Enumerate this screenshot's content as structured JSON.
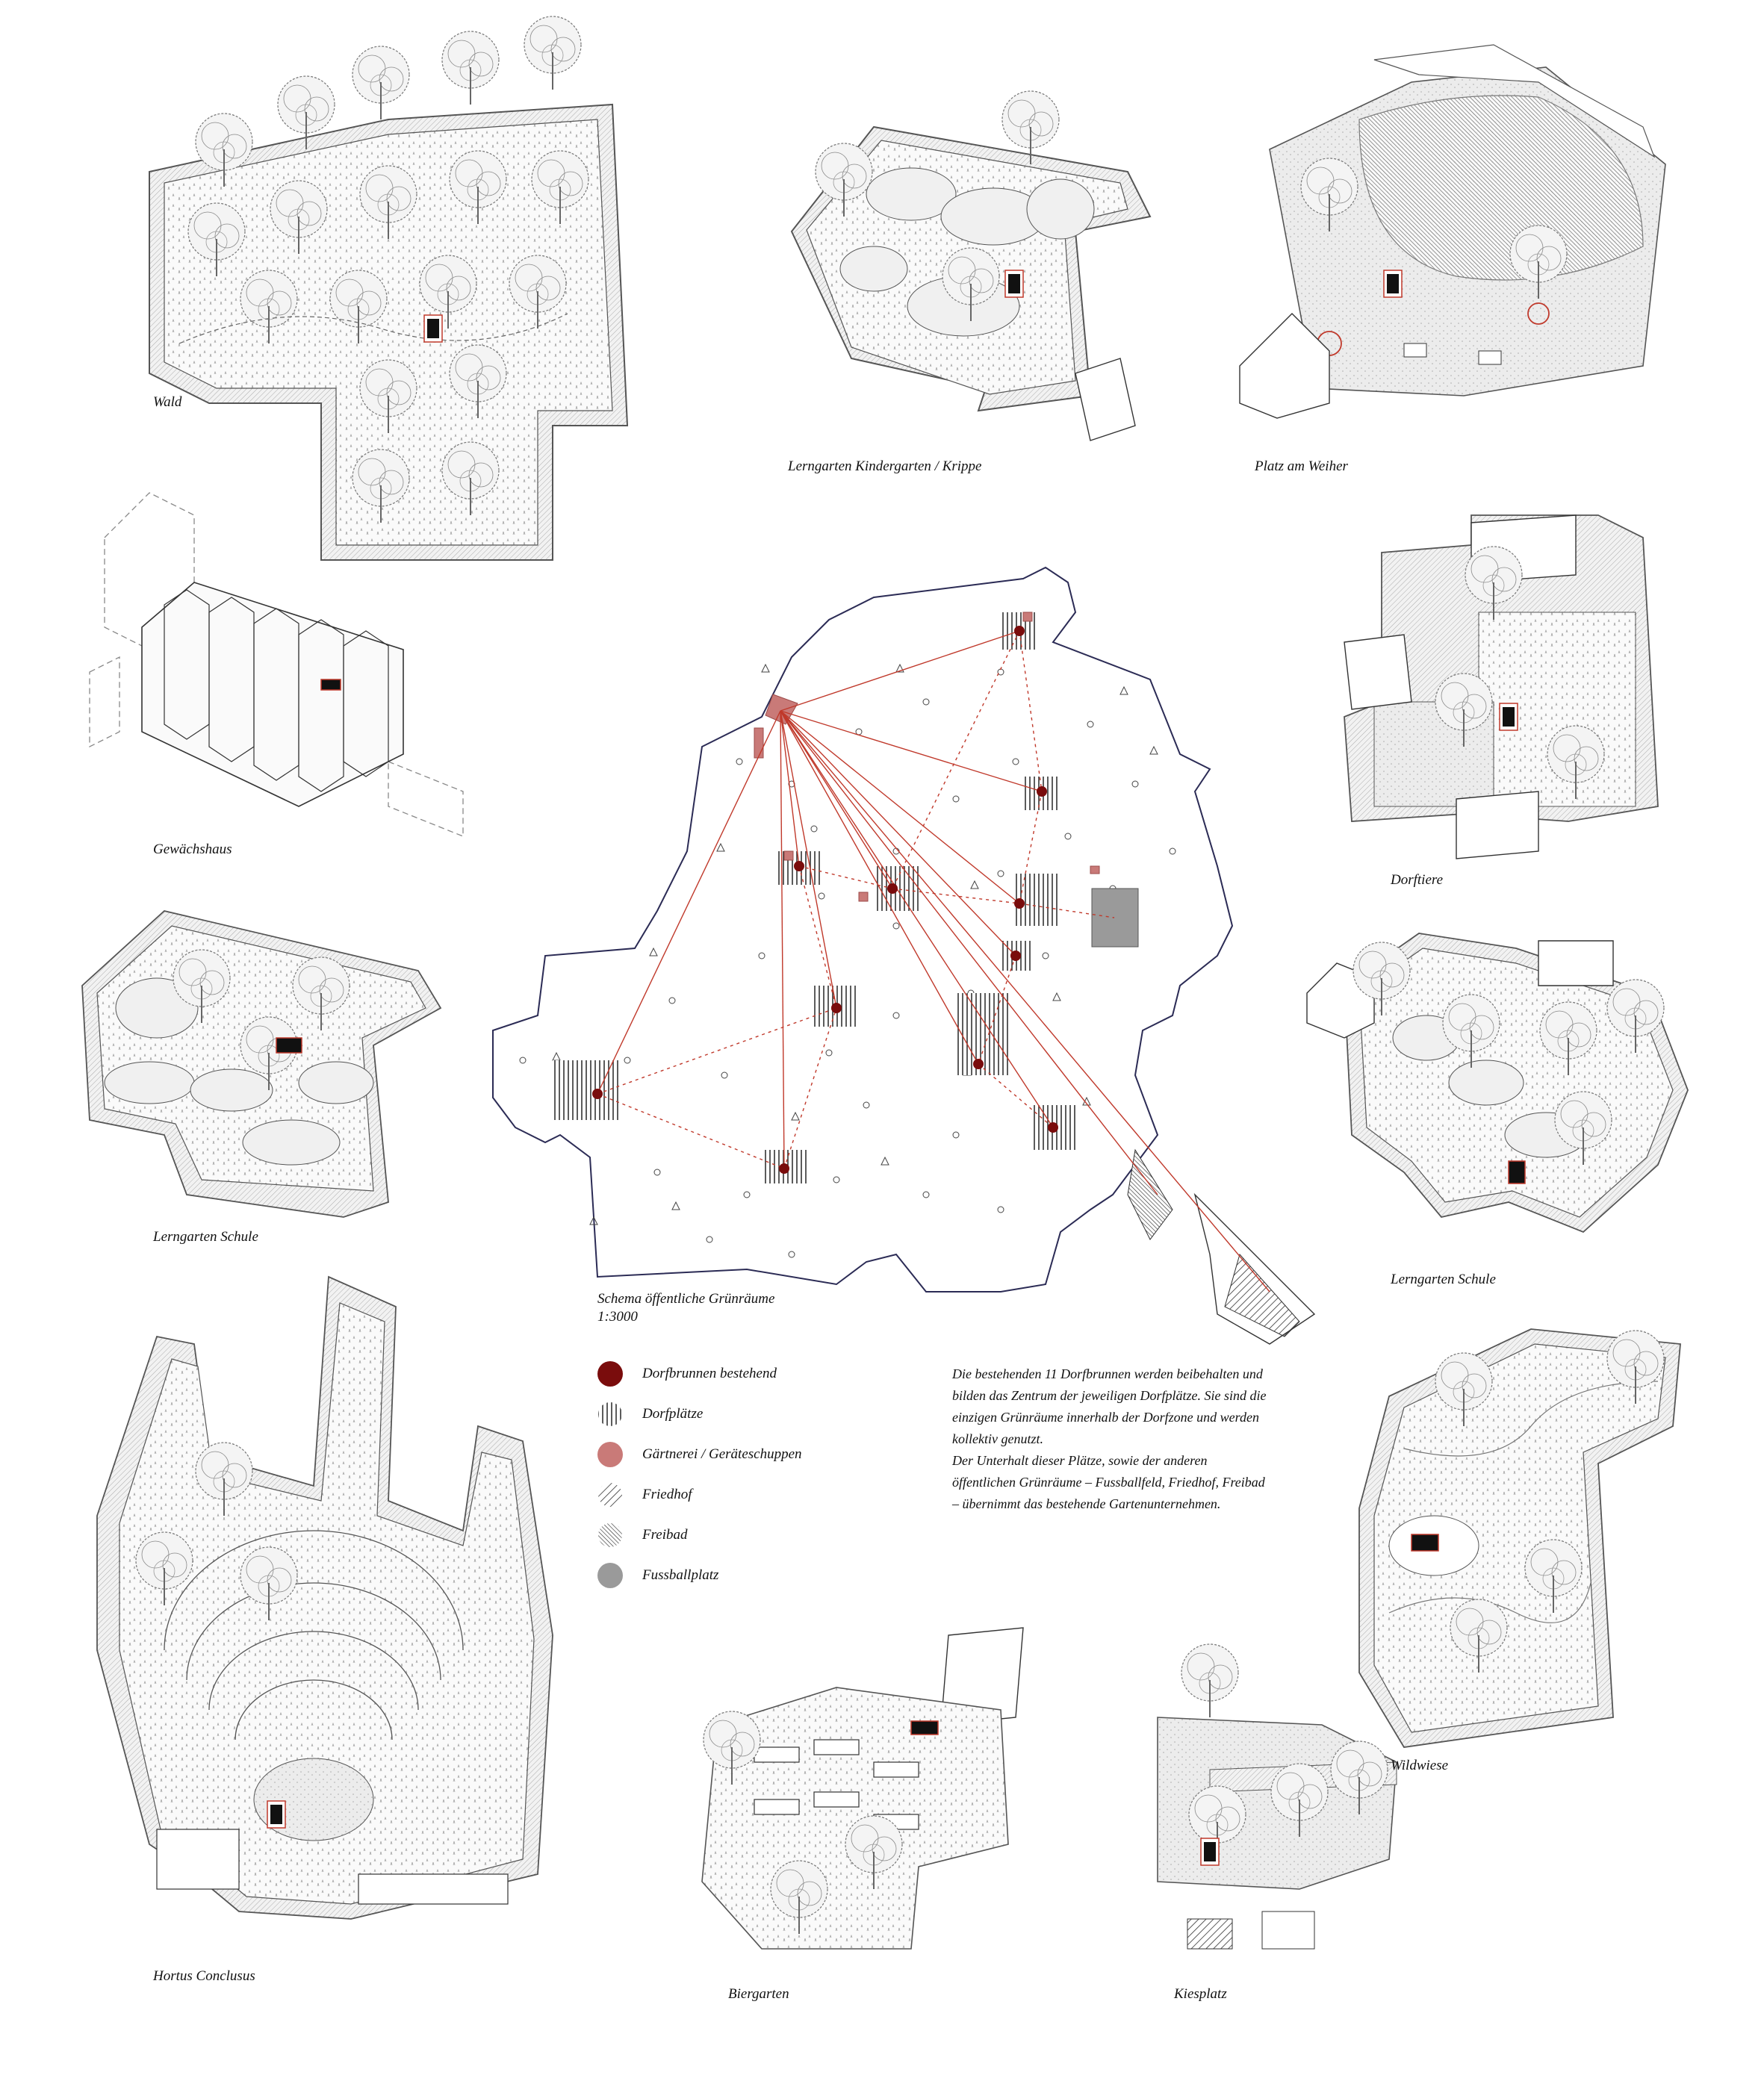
{
  "captions": {
    "wald": "Wald",
    "lerngarten_kita": "Lerngarten Kindergarten / Krippe",
    "platz_am_weiher": "Platz am Weiher",
    "gewaechshaus": "Gewächshaus",
    "dorftiere": "Dorftiere",
    "lerngarten_schule_left": "Lerngarten Schule",
    "lerngarten_schule_right": "Lerngarten Schule",
    "hortus_conclusus": "Hortus Conclusus",
    "biergarten": "Biergarten",
    "kiesplatz": "Kiesplatz",
    "wildwiese": "Wildwiese"
  },
  "scheme": {
    "title": "Schema öffentliche Grünräume",
    "scale": "1:3000"
  },
  "legend": [
    {
      "label": "Dorfbrunnen bestehend",
      "symbol": "solid-dark-red-circle",
      "color": "#7a0c0c"
    },
    {
      "label": "Dorfplätze",
      "symbol": "vertical-hatch-circle",
      "color": "#555555"
    },
    {
      "label": "Gärtnerei / Geräteschuppen",
      "symbol": "solid-rose-circle",
      "color": "#c97a78"
    },
    {
      "label": "Friedhof",
      "symbol": "diagonal-hatch-circle",
      "color": "#555555"
    },
    {
      "label": "Freibad",
      "symbol": "dense-diagonal-hatch-circle",
      "color": "#555555"
    },
    {
      "label": "Fussballplatz",
      "symbol": "solid-grey-circle",
      "color": "#9a9a9a"
    }
  ],
  "description": [
    "Die bestehenden 11 Dorfbrunnen werden beibehalten und bilden das Zentrum der jeweiligen Dorfplätze. Sie sind die einzigen Grünräume innerhalb der Dorfzone und werden kollektiv genutzt.",
    "Der Unterhalt dieser Plätze, sowie der anderen öffentlichen Grünräume – Fussballfeld, Friedhof, Freibad – übernimmt das bestehende Gartenunternehmen."
  ],
  "colors": {
    "fountain": "#7a0c0c",
    "connection_line": "#c0392b",
    "shed": "#c97a78",
    "ink": "#333333",
    "paving": "#e6e6e6"
  }
}
